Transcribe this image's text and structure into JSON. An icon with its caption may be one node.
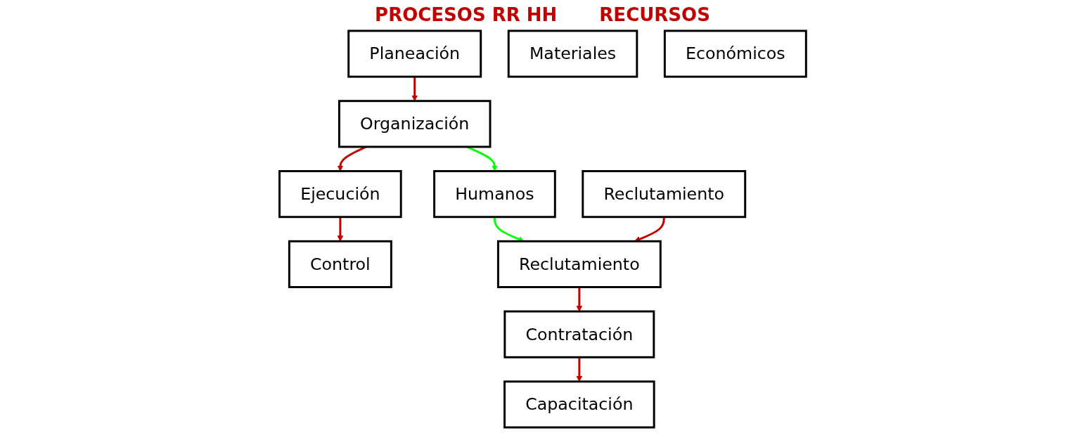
{
  "diagram": {
    "nodes": [
      {
        "text": [
          "Planeación"
        ]
      },
      {
        "text": [
          "Organización"
        ]
      },
      {
        "text": [
          "Ejecución"
        ]
      },
      {
        "text": [
          "Control"
        ]
      },
      {
        "text": [
          "Humanos"
        ]
      },
      {
        "text": [
          "Materiales"
        ]
      },
      {
        "text": [
          "Económicos"
        ]
      },
      {
        "text": [
          "Reclutamiento"
        ]
      },
      {
        "text": [
          "Reclutamiento"
        ]
      },
      {
        "text": [
          "Contratación"
        ]
      },
      {
        "text": [
          "Capacitación"
        ]
      }
    ],
    "edges": [
      {
        "from": 0,
        "to": 1,
        "arrow": "to"
      },
      {
        "from": 1,
        "to": 2,
        "arrow": "to"
      },
      {
        "from": 2,
        "to": 3,
        "arrow": "to"
      },
      {
        "from": 1,
        "to": 4,
        "arrow": "to",
        "color": "#00ff00"
      },
      {
        "from": 4,
        "to": 8,
        "arrow": "to",
        "color": "#00ff00"
      },
      {
        "from": 7,
        "to": 8,
        "arrow": "to"
      },
      {
        "from": 8,
        "to": 9,
        "arrow": "to"
      },
      {
        "from": 9,
        "to": 10,
        "arrow": "to"
      }
    ],
    "labels": [
      "PROCESOS RR HH",
      "RECURSOS"
    ]
  }
}
